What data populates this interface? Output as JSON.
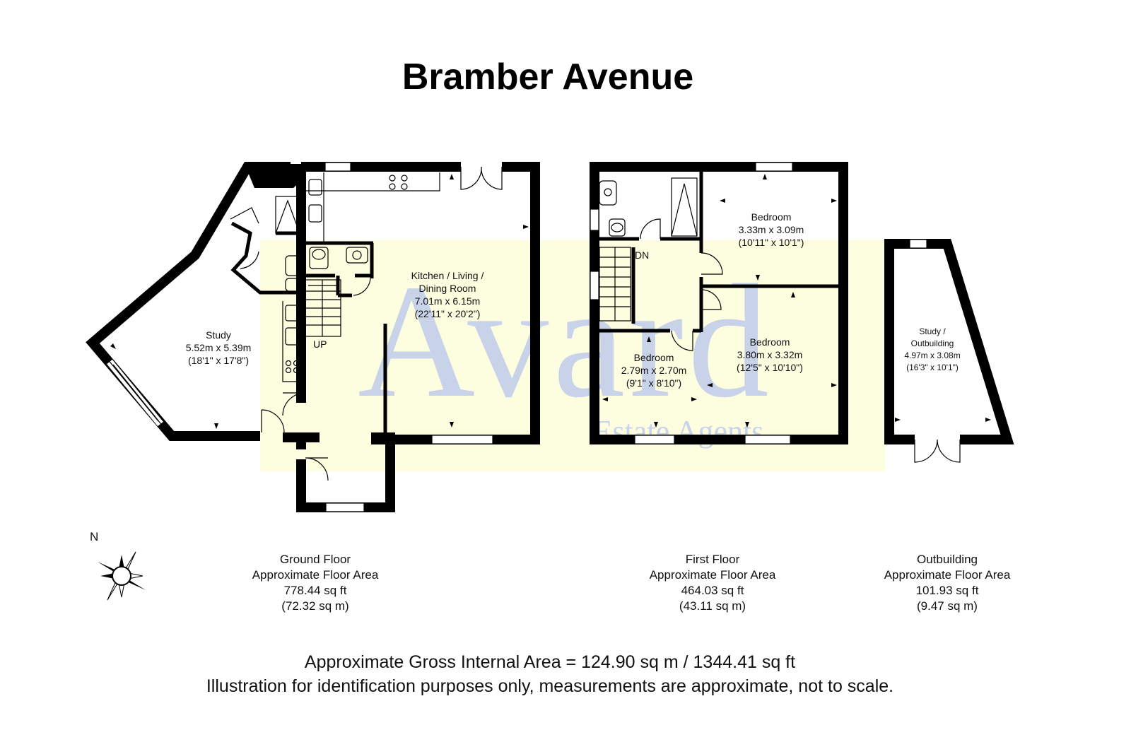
{
  "title": "Bramber Avenue",
  "watermark": {
    "brand": "Avard",
    "tagline": "Estate Agents"
  },
  "floors": {
    "ground": {
      "name": "Ground Floor",
      "area_label": "Approximate Floor Area",
      "sqft": "778.44 sq ft",
      "sqm": "(72.32 sq m)",
      "rooms": {
        "study": {
          "name": "Study",
          "metric": "5.52m x 5.39m",
          "imperial": "(18'1\" x 17'8\")"
        },
        "kitchen": {
          "name1": "Kitchen / Living /",
          "name2": "Dining Room",
          "metric": "7.01m x 6.15m",
          "imperial": "(22'11\" x 20'2\")"
        }
      },
      "stairs_label": "UP"
    },
    "first": {
      "name": "First Floor",
      "area_label": "Approximate Floor Area",
      "sqft": "464.03 sq ft",
      "sqm": "(43.11 sq m)",
      "rooms": {
        "bedroom1": {
          "name": "Bedroom",
          "metric": "3.33m x 3.09m",
          "imperial": "(10'11\" x 10'1\")"
        },
        "bedroom2": {
          "name": "Bedroom",
          "metric": "3.80m x 3.32m",
          "imperial": "(12'5\" x 10'10\")"
        },
        "bedroom3": {
          "name": "Bedroom",
          "metric": "2.79m x 2.70m",
          "imperial": "(9'1\" x 8'10\")"
        }
      },
      "stairs_label": "DN"
    },
    "outbuilding": {
      "name": "Outbuilding",
      "area_label": "Approximate Floor Area",
      "sqft": "101.93 sq ft",
      "sqm": "(9.47 sq m)",
      "rooms": {
        "study": {
          "name1": "Study /",
          "name2": "Outbuilding",
          "metric": "4.97m x 3.08m",
          "imperial": "(16'3\" x 10'1\")"
        }
      }
    }
  },
  "compass": {
    "label": "N"
  },
  "footer": {
    "gross": "Approximate Gross Internal Area = 124.90 sq m / 1344.41 sq ft",
    "disclaimer": "Illustration for identification purposes only, measurements are approximate, not to scale."
  },
  "colors": {
    "wall": "#000000",
    "watermark_band": "#fdfde0",
    "watermark_text": "#c8d3ea"
  }
}
